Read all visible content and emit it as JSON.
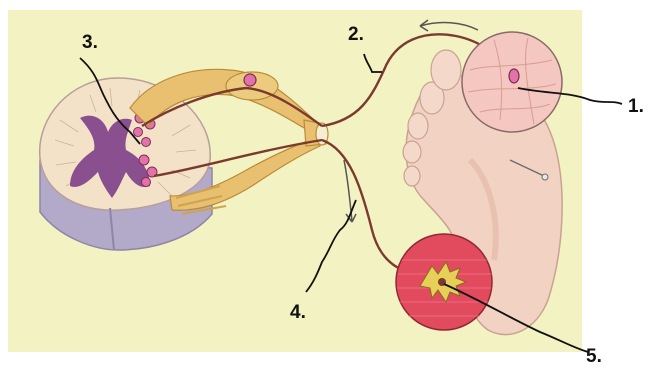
{
  "diagram": {
    "labels": {
      "l1": "1.",
      "l2": "2.",
      "l3": "3.",
      "l4": "4.",
      "l5": "5."
    },
    "colors": {
      "background_panel": "#f3f2c2",
      "spinal_white_matter": "#f3e2c8",
      "spinal_gray_matter": "#8a4f8e",
      "nerve_bundle": "#e8c070",
      "neuron_fiber": "#7a3b2e",
      "skin_circle": "#f4c8c0",
      "muscle_circle": "#e24a5e",
      "foot": "#f2d3c3"
    }
  }
}
